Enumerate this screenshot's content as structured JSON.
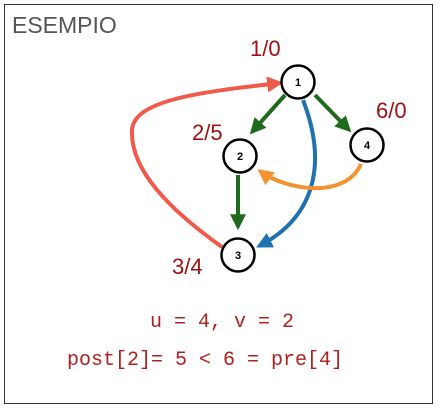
{
  "title": "ESEMPIO",
  "nodes": [
    {
      "id": "1",
      "label": "1",
      "times": "1/0"
    },
    {
      "id": "2",
      "label": "2",
      "times": "2/5"
    },
    {
      "id": "3",
      "label": "3",
      "times": "3/4"
    },
    {
      "id": "4",
      "label": "4",
      "times": "6/0"
    }
  ],
  "edges": [
    {
      "from": "1",
      "to": "2",
      "kind": "tree",
      "color": "#1e6b1e"
    },
    {
      "from": "1",
      "to": "4",
      "kind": "tree",
      "color": "#1e6b1e"
    },
    {
      "from": "2",
      "to": "3",
      "kind": "tree",
      "color": "#1e6b1e"
    },
    {
      "from": "1",
      "to": "3",
      "kind": "forward",
      "color": "#1f72ad"
    },
    {
      "from": "4",
      "to": "2",
      "kind": "cross",
      "color": "#f4922f"
    },
    {
      "from": "3",
      "to": "1",
      "kind": "back",
      "color": "#ef5a4a"
    }
  ],
  "code": {
    "line1": "u = 4, v = 2",
    "line2": "post[2]= 5 < 6 = pre[4]"
  }
}
